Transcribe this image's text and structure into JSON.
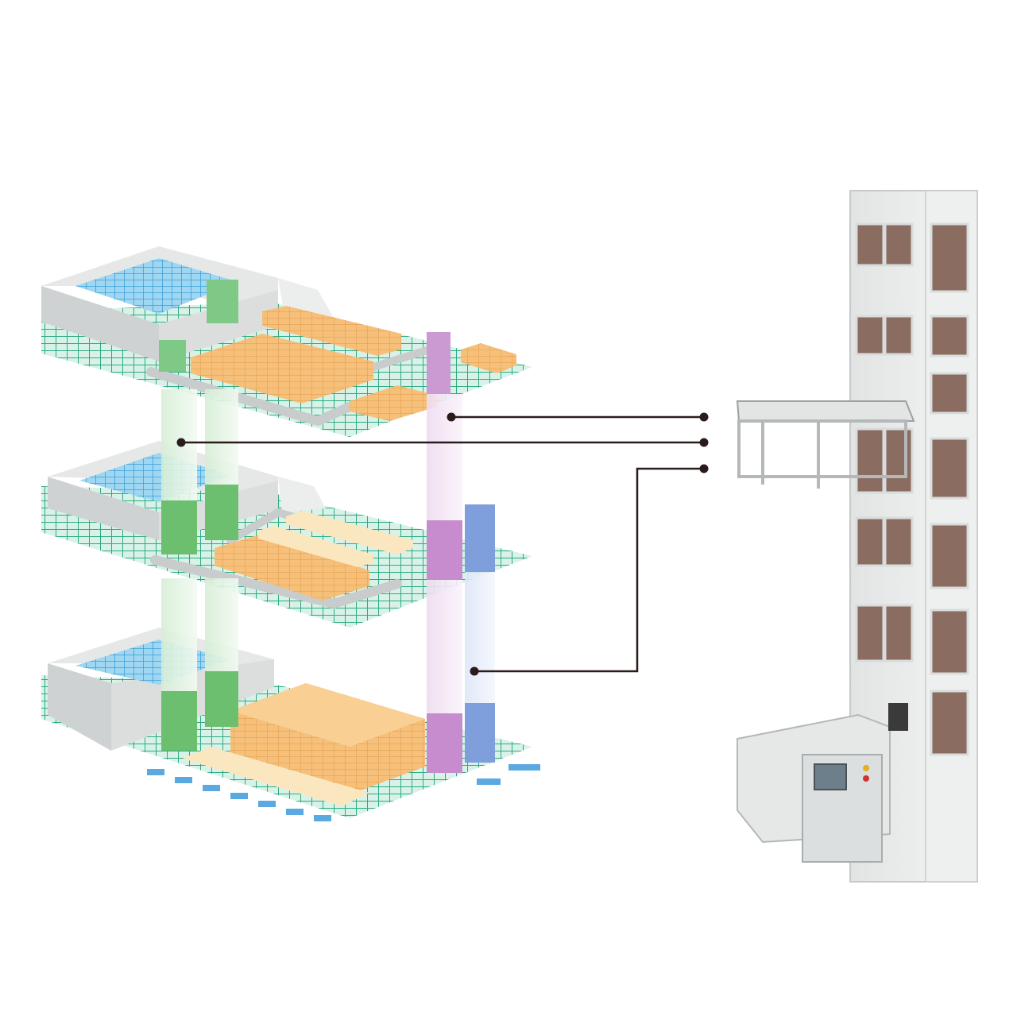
{
  "colors": {
    "background": "#ffffff",
    "floor_grid": "#2faa84",
    "floor_grid_light": "#d8f2e8",
    "cargo": "#f6c07a",
    "cargo_edge": "#d99a4a",
    "cargo_light": "#fbe7bf",
    "water_blue": "#58b7e6",
    "wall_gray": "#d4d6d6",
    "lift_green": "#6cbf6f",
    "lift_purple": "#c78ccd",
    "lift_blue": "#7f9fdc",
    "callout_line": "#2b1c1c",
    "tower_frame": "#eceeee",
    "tower_window": "#8a6d60"
  },
  "callouts": [
    {
      "id": "purple-lift"
    },
    {
      "id": "green-lift"
    },
    {
      "id": "blue-lift"
    }
  ]
}
